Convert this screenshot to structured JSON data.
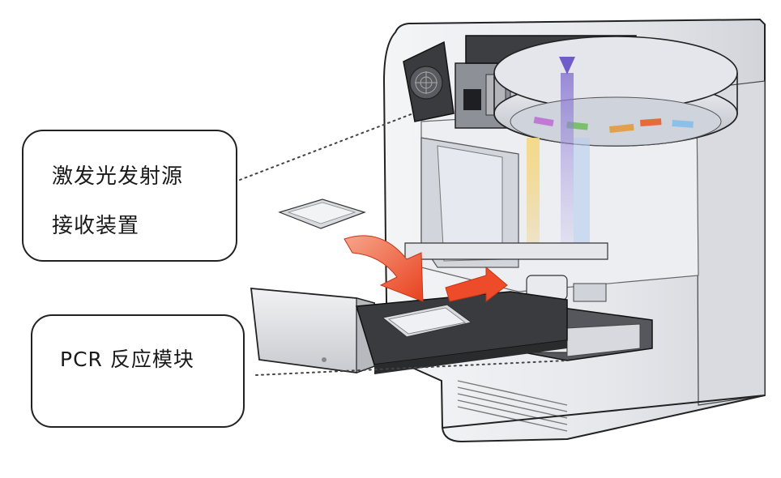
{
  "callouts": {
    "top": {
      "line1": "激发光发射源",
      "line2": "接收装置"
    },
    "bottom": {
      "label": "PCR 反应模块"
    }
  },
  "colors": {
    "outline": "#222222",
    "housing": "#e9eaee",
    "housing_dark": "#c6c8ce",
    "arrow": "#ee4b2b",
    "beam_yellow": "#f3c24b",
    "beam_purple": "#9d86d8",
    "beam_blue": "#8fb2e8"
  },
  "icons": [
    "fan-icon",
    "curved-arrow-icon",
    "optical-disc-wheel",
    "sample-tray",
    "reaction-plate"
  ]
}
